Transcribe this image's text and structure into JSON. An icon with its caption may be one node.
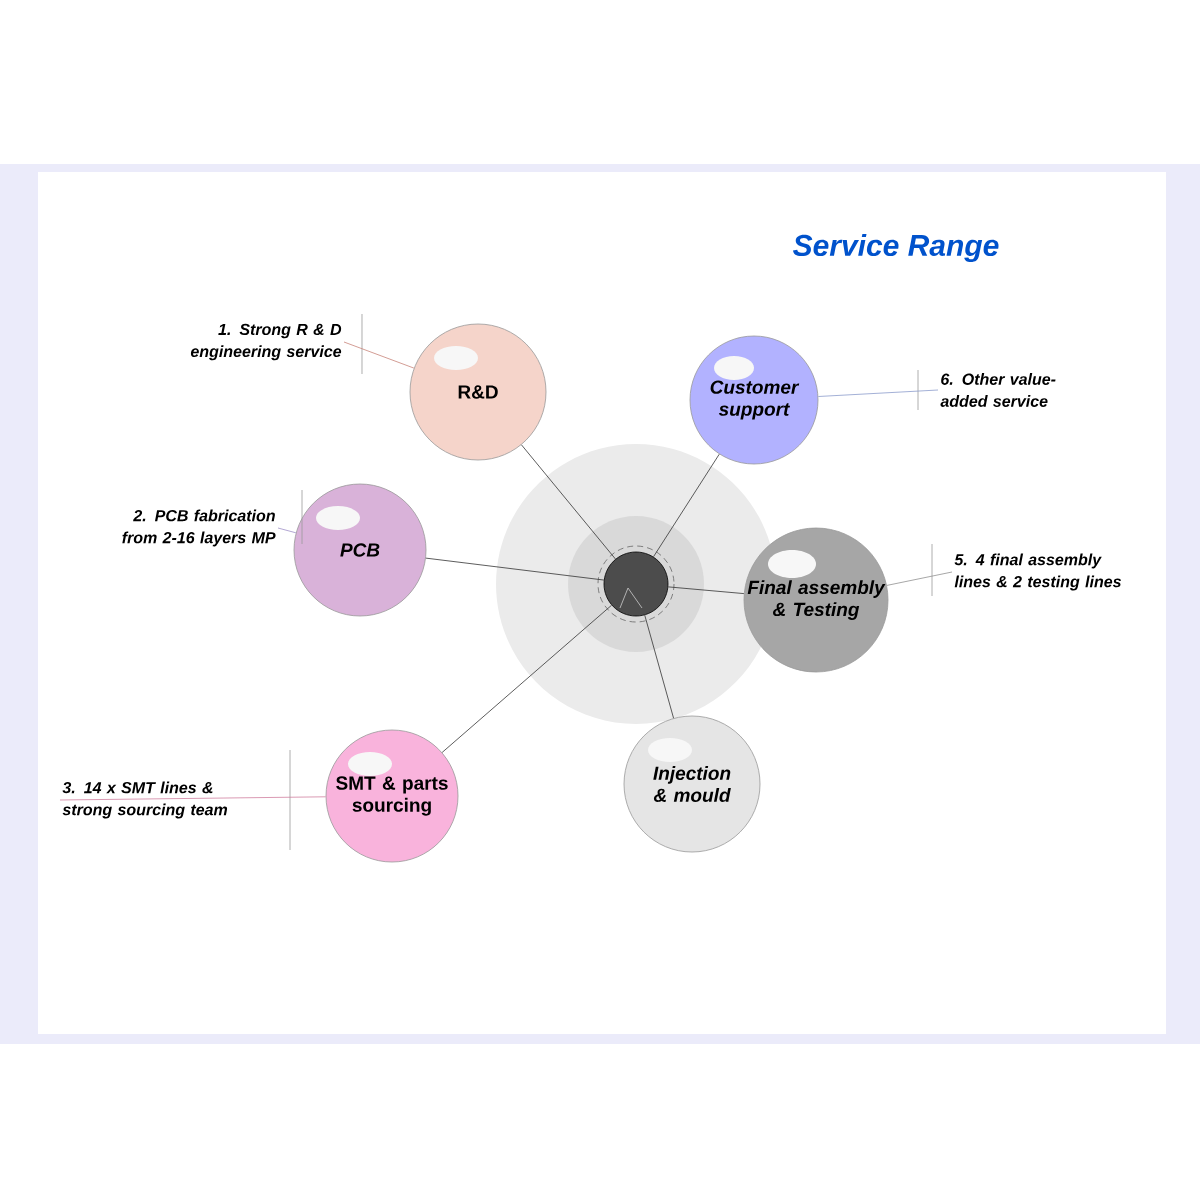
{
  "diagram": {
    "title": "Service Range",
    "nodes": [
      {
        "text": [
          "1. Strong R & D engineering service"
        ]
      },
      {
        "text": [
          "R&D"
        ]
      },
      {
        "text": [
          "6. Other value-added service"
        ]
      },
      {
        "text": [
          "Customer support"
        ]
      },
      {
        "text": [
          "2. PCB fabrication from 2-16 layers  MP"
        ]
      },
      {
        "text": [
          "PCB"
        ]
      },
      {
        "text": [],
        "shape": "circle"
      },
      {
        "text": [
          "Final assembly & Testing"
        ]
      },
      {
        "text": [
          "5. 4 final assembly lines & 2 testing lines"
        ]
      },
      {
        "text": [
          "3. 14  x SMT lines & strong sourcing team"
        ]
      },
      {
        "text": [
          "SMT & parts sourcing"
        ]
      },
      {
        "text": [
          "Injection & mould"
        ]
      }
    ],
    "edges": [
      {
        "from": 6,
        "to": 1,
        "arrow": "none"
      },
      {
        "from": 6,
        "to": 3,
        "arrow": "none"
      },
      {
        "from": 6,
        "to": 5,
        "arrow": "none"
      },
      {
        "from": 6,
        "to": 7,
        "arrow": "none"
      },
      {
        "from": 6,
        "to": 10,
        "arrow": "none"
      },
      {
        "from": 6,
        "to": 11,
        "arrow": "none"
      },
      {
        "from": 0,
        "to": 1,
        "arrow": "none",
        "color": "#c8847a"
      },
      {
        "from": 2,
        "to": 3,
        "arrow": "none",
        "color": "#8c9ccc"
      },
      {
        "from": 4,
        "to": 5,
        "arrow": "none",
        "color": "#a090c8"
      },
      {
        "from": 8,
        "to": 7,
        "arrow": "none",
        "color": "#909090"
      },
      {
        "from": 9,
        "to": 10,
        "arrow": "none",
        "color": "#d080a0"
      }
    ]
  }
}
